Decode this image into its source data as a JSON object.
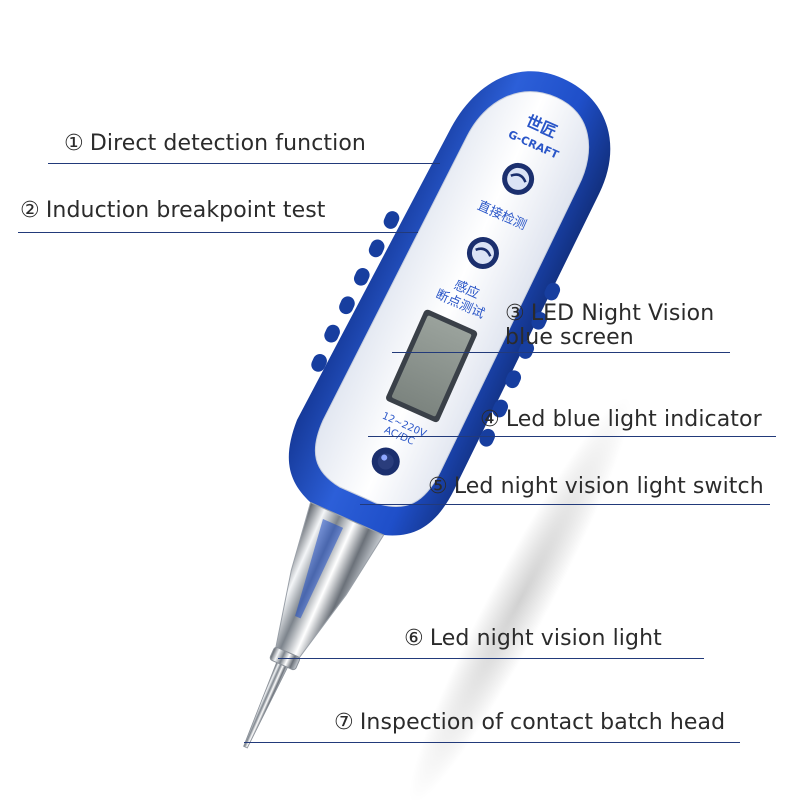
{
  "device": {
    "brand_cn": "世匠",
    "brand_en": "G-CRAFT",
    "button1_label_cn": "直接检测",
    "button2_label_cn_line1": "感应",
    "button2_label_cn_line2": "断点测试",
    "voltage_line1": "12~220V",
    "voltage_line2": "AC/DC",
    "colors": {
      "body_blue": "#1f4fc9",
      "body_blue_dark": "#163a9a",
      "panel_white": "#f4f6fb",
      "screen": "#8d958f",
      "text_blue": "#2a56c8"
    }
  },
  "callouts": [
    {
      "num": "①",
      "text": "Direct detection function"
    },
    {
      "num": "②",
      "text": "Induction breakpoint test"
    },
    {
      "num": "③",
      "text": "LED Night Vision",
      "text2": "blue screen"
    },
    {
      "num": "④",
      "text": "Led blue light indicator"
    },
    {
      "num": "⑤",
      "text": "Led night vision light switch"
    },
    {
      "num": "⑥",
      "text": "Led night vision light"
    },
    {
      "num": "⑦",
      "text": "Inspection of contact batch head"
    }
  ]
}
